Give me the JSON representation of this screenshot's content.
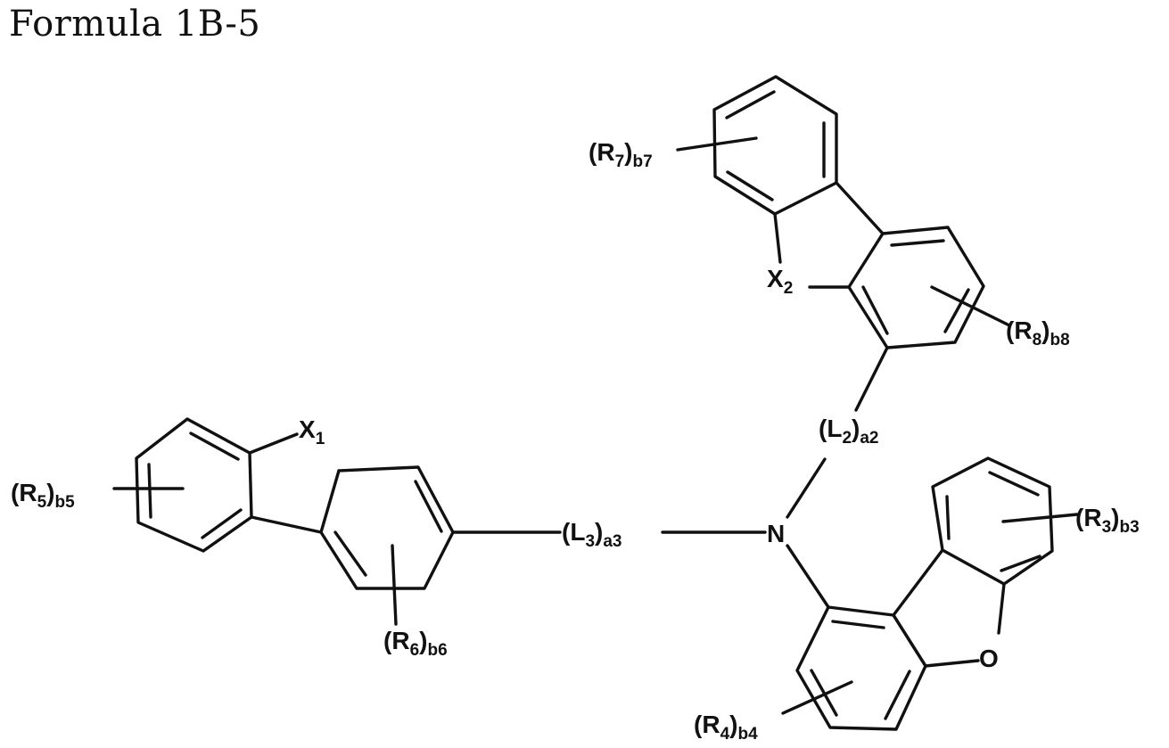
{
  "title": "Formula 1B-5",
  "labels": {
    "x1": {
      "main": "X",
      "sub": "1"
    },
    "x2": {
      "main": "X",
      "sub": "2"
    },
    "n": "N",
    "o": "O",
    "r3": {
      "main": "R",
      "sub": "3",
      "count": "b3"
    },
    "r4": {
      "main": "R",
      "sub": "4",
      "count": "b4"
    },
    "r5": {
      "main": "R",
      "sub": "5",
      "count": "b5"
    },
    "r6": {
      "main": "R",
      "sub": "6",
      "count": "b6"
    },
    "r7": {
      "main": "R",
      "sub": "7",
      "count": "b7"
    },
    "r8": {
      "main": "R",
      "sub": "8",
      "count": "b8"
    },
    "l2": {
      "main": "L",
      "sub": "2",
      "count": "a2"
    },
    "l3": {
      "main": "L",
      "sub": "3",
      "count": "a3"
    }
  }
}
